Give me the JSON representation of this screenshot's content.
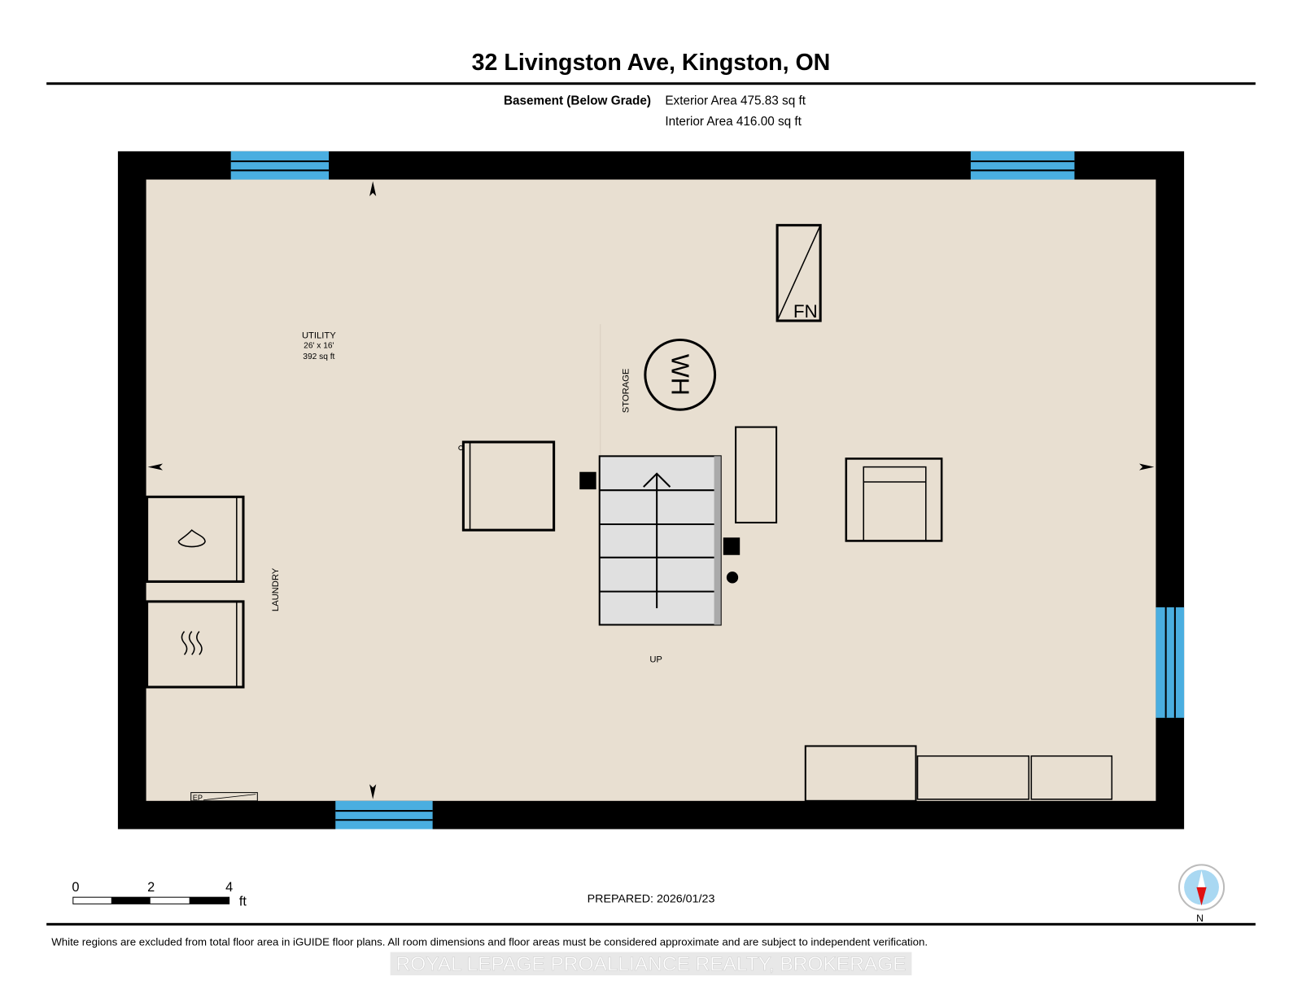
{
  "title": "32 Livingston Ave, Kingston, ON",
  "floor": {
    "name": "Basement (Below Grade)",
    "exterior_area": "Exterior Area 475.83 sq ft",
    "interior_area": "Interior Area 416.00 sq ft"
  },
  "rooms": {
    "utility": {
      "name": "UTILITY",
      "dims": "26' x 16'",
      "area": "392 sq ft"
    },
    "storage": "STORAGE",
    "laundry": "LAUNDRY",
    "stairs": "UP"
  },
  "fixtures": {
    "water_heater": "WH",
    "furnace": "FN",
    "electrical_panel": "EP"
  },
  "scale": {
    "ticks": [
      "0",
      "2",
      "4"
    ],
    "unit": "ft"
  },
  "prepared": "PREPARED: 2026/01/23",
  "compass": "N",
  "disclaimer": "White regions are excluded from total floor area in iGUIDE floor plans. All room dimensions and floor areas must be considered approximate and are subject to independent verification.",
  "watermark": "ROYAL LEPAGE PROALLIANCE REALTY, BROKERAGE",
  "colors": {
    "floor": "#e8dfd1",
    "wall": "#000000",
    "window": "#4aaee0",
    "stairs": "#e0e0e0"
  }
}
